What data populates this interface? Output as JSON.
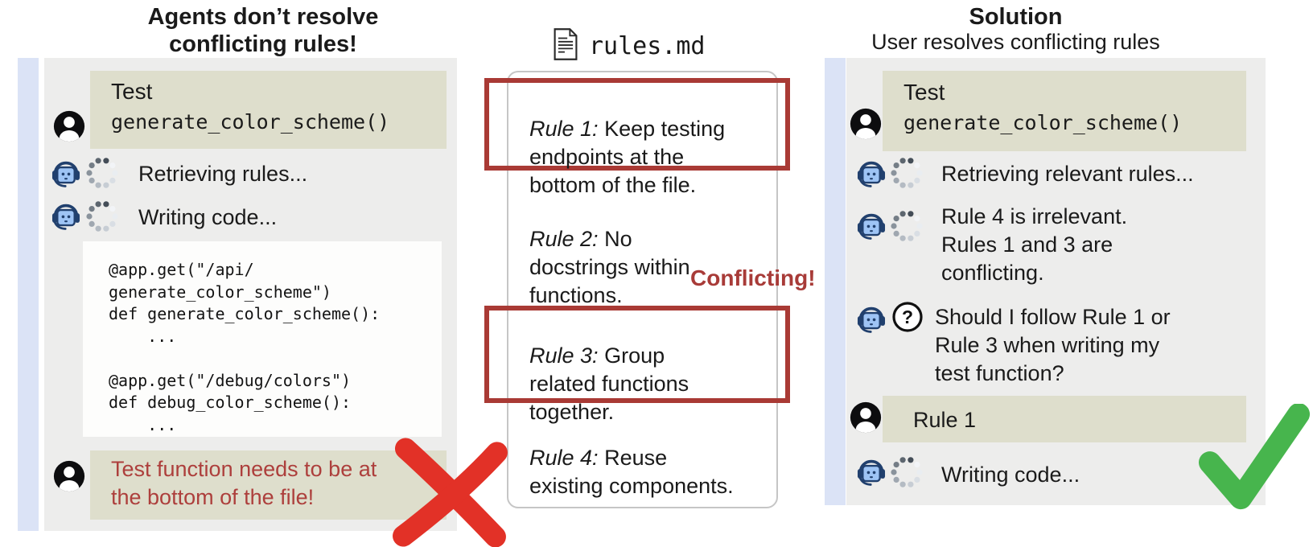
{
  "left": {
    "title": "Agents don’t resolve\nconflicting rules!",
    "user_message_1": {
      "line1": "Test",
      "line2": "generate_color_scheme()"
    },
    "status_1": "Retrieving rules...",
    "status_2": "Writing code...",
    "code": "@app.get(\"/api/\ngenerate_color_scheme\")\ndef generate_color_scheme():\n    ...\n\n@app.get(\"/debug/colors\")\ndef debug_color_scheme():\n    ...",
    "user_message_2": "Test function needs to be at\nthe bottom of the file!"
  },
  "middle": {
    "file_name": "rules.md",
    "conflict_label": "Conflicting!",
    "rules": [
      {
        "label": "Rule 1:",
        "text": "Keep testing\nendpoints at the\nbottom of the file."
      },
      {
        "label": "Rule 2:",
        "text": "No\ndocstrings within\nfunctions."
      },
      {
        "label": "Rule 3:",
        "text": "Group\nrelated functions\ntogether."
      },
      {
        "label": "Rule 4:",
        "text": "Reuse\nexisting components."
      }
    ]
  },
  "right": {
    "title": "Solution",
    "subtitle": "User resolves conflicting rules",
    "user_message_1": {
      "line1": "Test",
      "line2": "generate_color_scheme()"
    },
    "status_1": "Retrieving relevant rules...",
    "agent_message": "Rule 4 is irrelevant.\nRules 1 and 3 are\nconflicting.",
    "agent_question": "Should I follow Rule 1 or\nRule 3 when writing my\ntest function?",
    "user_message_2": "Rule 1",
    "status_2": "Writing code..."
  },
  "colors": {
    "accent_bar": "#dbe3f6",
    "panel": "#ededec",
    "bubble": "#dedecc",
    "rule_frame_red": "#a93a35",
    "error_red": "#ad3f3c",
    "cross_red": "#e23127",
    "check_green": "#47b54d",
    "robot_blue": "#9ec4f5",
    "robot_outline": "#21406e"
  }
}
